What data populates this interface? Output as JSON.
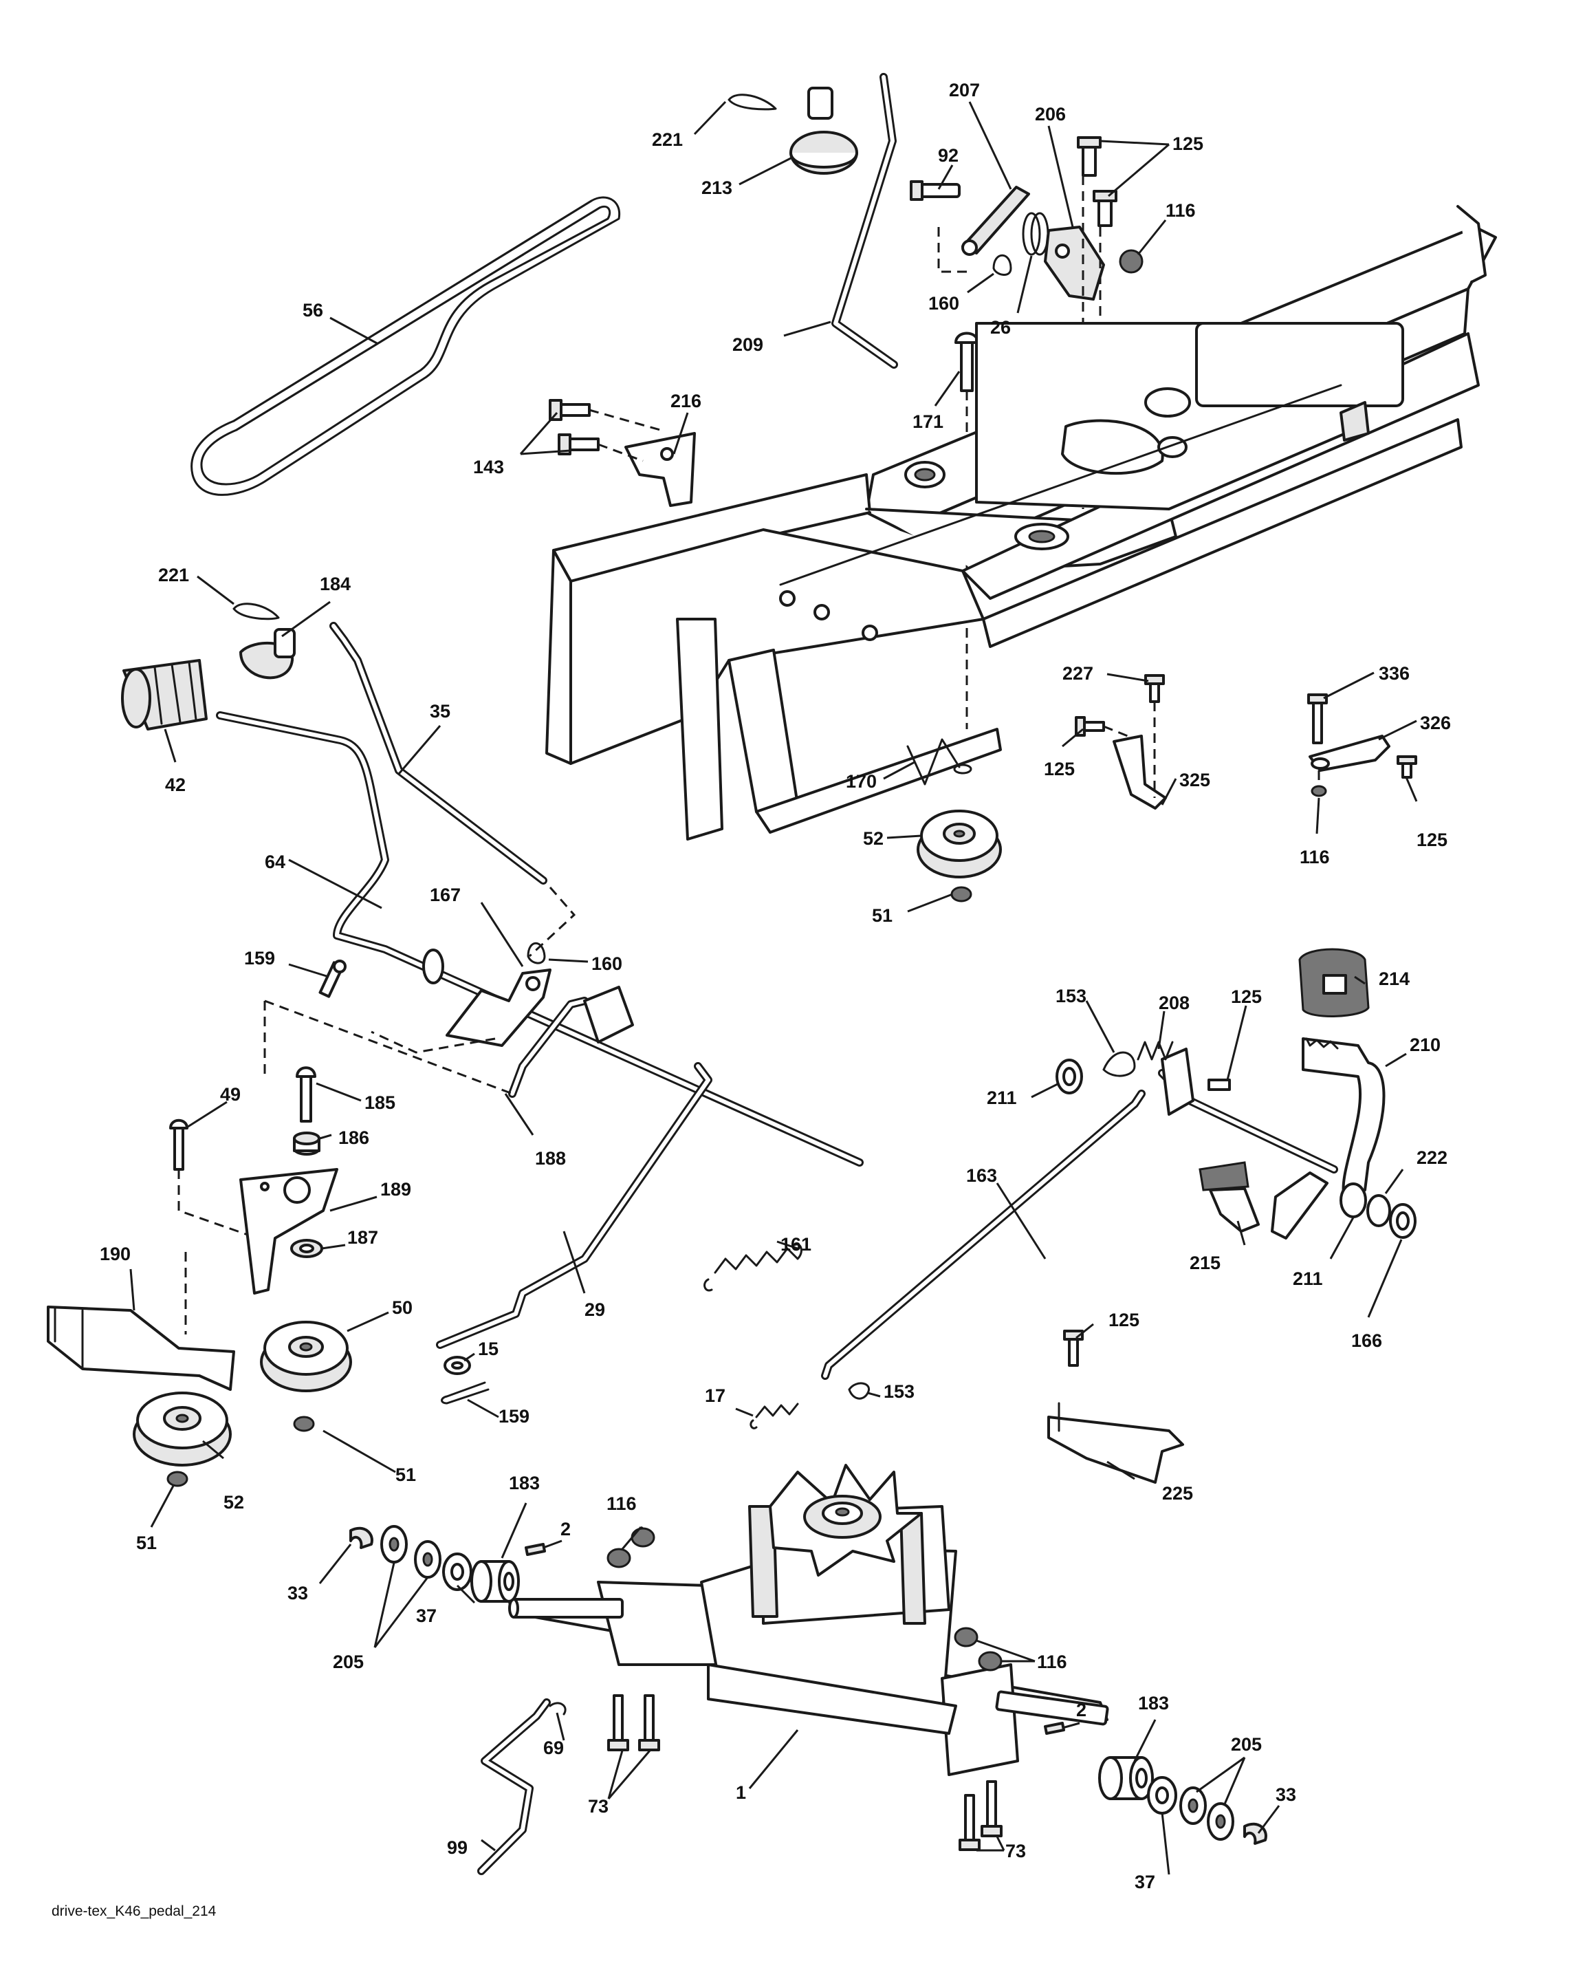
{
  "diagram": {
    "caption": "drive-tex_K46_pedal_214",
    "callouts": [
      {
        "id": "c221a",
        "label": "221"
      },
      {
        "id": "c213",
        "label": "213"
      },
      {
        "id": "c207",
        "label": "207"
      },
      {
        "id": "c206",
        "label": "206"
      },
      {
        "id": "c125a",
        "label": "125"
      },
      {
        "id": "c92",
        "label": "92"
      },
      {
        "id": "c116a",
        "label": "116"
      },
      {
        "id": "c160a",
        "label": "160"
      },
      {
        "id": "c26",
        "label": "26"
      },
      {
        "id": "c56",
        "label": "56"
      },
      {
        "id": "c209",
        "label": "209"
      },
      {
        "id": "c171",
        "label": "171"
      },
      {
        "id": "c216",
        "label": "216"
      },
      {
        "id": "c143",
        "label": "143"
      },
      {
        "id": "c221b",
        "label": "221"
      },
      {
        "id": "c184",
        "label": "184"
      },
      {
        "id": "c35",
        "label": "35"
      },
      {
        "id": "c42",
        "label": "42"
      },
      {
        "id": "c227",
        "label": "227"
      },
      {
        "id": "c336",
        "label": "336"
      },
      {
        "id": "c326",
        "label": "326"
      },
      {
        "id": "c125b",
        "label": "125"
      },
      {
        "id": "c325",
        "label": "325"
      },
      {
        "id": "c170",
        "label": "170"
      },
      {
        "id": "c52a",
        "label": "52"
      },
      {
        "id": "c116b",
        "label": "116"
      },
      {
        "id": "c125c",
        "label": "125"
      },
      {
        "id": "c51a",
        "label": "51"
      },
      {
        "id": "c64",
        "label": "64"
      },
      {
        "id": "c167",
        "label": "167"
      },
      {
        "id": "c159a",
        "label": "159"
      },
      {
        "id": "c160b",
        "label": "160"
      },
      {
        "id": "c214",
        "label": "214"
      },
      {
        "id": "c153a",
        "label": "153"
      },
      {
        "id": "c208",
        "label": "208"
      },
      {
        "id": "c125d",
        "label": "125"
      },
      {
        "id": "c210",
        "label": "210"
      },
      {
        "id": "c49",
        "label": "49"
      },
      {
        "id": "c185",
        "label": "185"
      },
      {
        "id": "c186",
        "label": "186"
      },
      {
        "id": "c211a",
        "label": "211"
      },
      {
        "id": "c188",
        "label": "188"
      },
      {
        "id": "c189",
        "label": "189"
      },
      {
        "id": "c163",
        "label": "163"
      },
      {
        "id": "c222",
        "label": "222"
      },
      {
        "id": "c187",
        "label": "187"
      },
      {
        "id": "c161",
        "label": "161"
      },
      {
        "id": "c215",
        "label": "215"
      },
      {
        "id": "c211b",
        "label": "211"
      },
      {
        "id": "c190",
        "label": "190"
      },
      {
        "id": "c50",
        "label": "50"
      },
      {
        "id": "c29",
        "label": "29"
      },
      {
        "id": "c166",
        "label": "166"
      },
      {
        "id": "c125e",
        "label": "125"
      },
      {
        "id": "c15",
        "label": "15"
      },
      {
        "id": "c17",
        "label": "17"
      },
      {
        "id": "c153b",
        "label": "153"
      },
      {
        "id": "c159b",
        "label": "159"
      },
      {
        "id": "c51b",
        "label": "51"
      },
      {
        "id": "c52b",
        "label": "52"
      },
      {
        "id": "c225",
        "label": "225"
      },
      {
        "id": "c51c",
        "label": "51"
      },
      {
        "id": "c183a",
        "label": "183"
      },
      {
        "id": "c116c",
        "label": "116"
      },
      {
        "id": "c2a",
        "label": "2"
      },
      {
        "id": "c33a",
        "label": "33"
      },
      {
        "id": "c37a",
        "label": "37"
      },
      {
        "id": "c205a",
        "label": "205"
      },
      {
        "id": "c116d",
        "label": "116"
      },
      {
        "id": "c69",
        "label": "69"
      },
      {
        "id": "c183b",
        "label": "183"
      },
      {
        "id": "c2b",
        "label": "2"
      },
      {
        "id": "c205b",
        "label": "205"
      },
      {
        "id": "c1",
        "label": "1"
      },
      {
        "id": "c73a",
        "label": "73"
      },
      {
        "id": "c99",
        "label": "99"
      },
      {
        "id": "c33b",
        "label": "33"
      },
      {
        "id": "c73b",
        "label": "73"
      },
      {
        "id": "c37b",
        "label": "37"
      }
    ]
  }
}
